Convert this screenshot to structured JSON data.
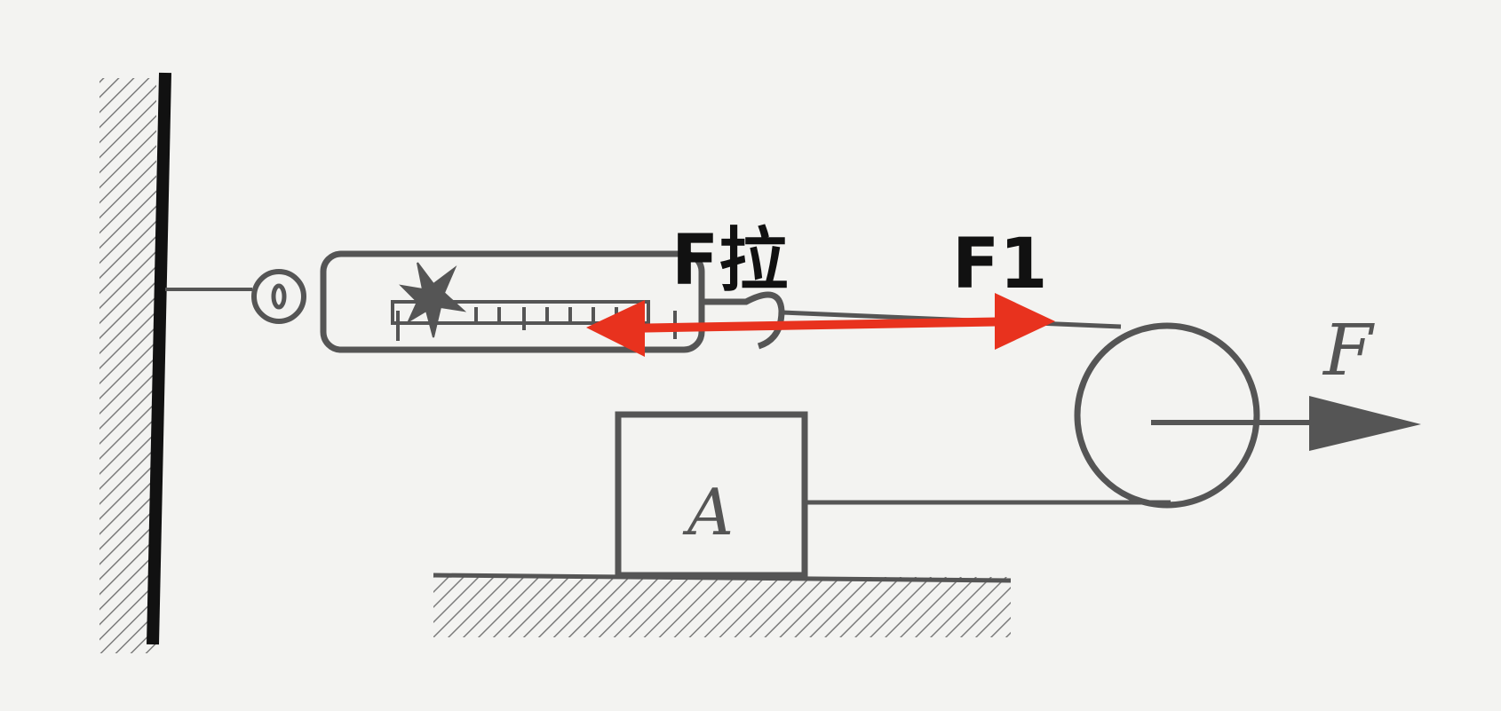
{
  "labels": {
    "pull_force": "F拉",
    "force_one": "F1",
    "applied_force": "F",
    "block": "A"
  },
  "colors": {
    "ink": "#555555",
    "wall": "#111111",
    "annotation": "#e8321e",
    "background": "#f3f3f1"
  },
  "icons": {
    "spring_scale": "spring-scale-icon",
    "pulley": "pulley-icon",
    "wall": "wall-hatch-icon",
    "ground": "ground-hatch-icon"
  }
}
